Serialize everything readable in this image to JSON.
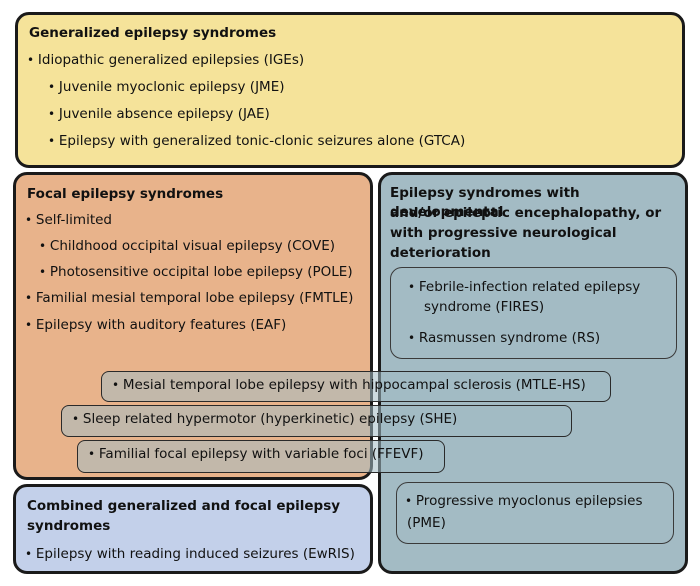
{
  "generalized": {
    "title": "Generalized epilepsy syndromes",
    "items": [
      "Idiopathic generalized epilepsies (IGEs)",
      "Juvenile myoclonic epilepsy (JME)",
      "Juvenile absence epilepsy (JAE)",
      "Epilepsy with generalized tonic-clonic seizures alone (GTCA)"
    ]
  },
  "focal": {
    "title": "Focal epilepsy syndromes",
    "items": [
      "Self-limited",
      "Childhood occipital visual epilepsy (COVE)",
      "Photosensitive occipital lobe epilepsy (POLE)",
      "Familial mesial temporal lobe epilepsy (FMTLE)",
      "Epilepsy with auditory features (EAF)"
    ]
  },
  "dee": {
    "title_lines": [
      "Epilepsy syndromes with developmental",
      "and/or epileptic encephalopathy, or",
      "with progressive neurological",
      "deterioration"
    ],
    "inner_items": [
      "Febrile-infection related epilepsy",
      "syndrome (FIRES)",
      "Rasmussen syndrome (RS)"
    ],
    "pme_lines": [
      "Progressive myoclonus epilepsies",
      "(PME)"
    ]
  },
  "overlap": [
    "Mesial temporal lobe epilepsy with hippocampal sclerosis (MTLE-HS)",
    "Sleep related hypermotor (hyperkinetic) epilepsy (SHE)",
    "Familial focal epilepsy with variable foci (FFEVF)"
  ],
  "combined": {
    "title_lines": [
      "Combined generalized and focal epilepsy",
      "syndromes"
    ],
    "items": [
      "Epilepsy with reading induced seizures (EwRIS)"
    ]
  },
  "colors": {
    "generalized": "#f5e39a",
    "focal": "#e8b38b",
    "dee": "#a3bbc4",
    "combined": "#c3d0ea"
  }
}
